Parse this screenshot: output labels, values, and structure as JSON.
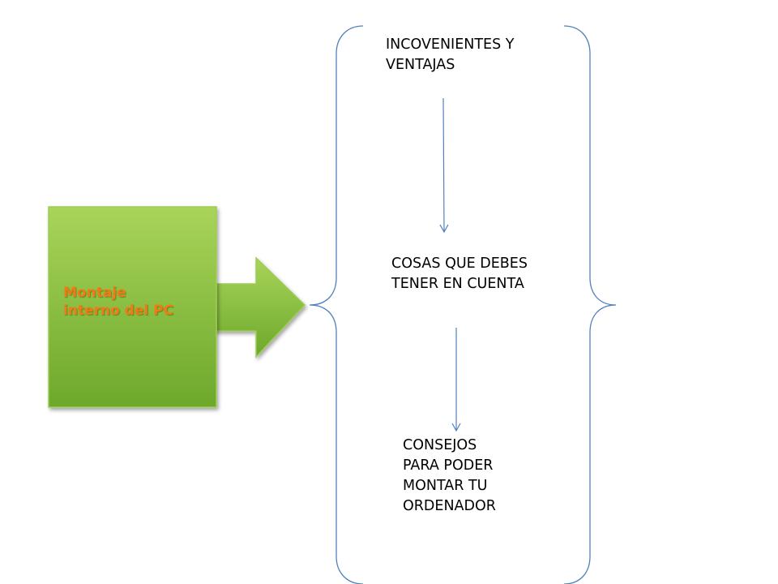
{
  "main_box": {
    "label": "Montaje\ninterno del PC",
    "fill_top": "#a8d45a",
    "fill_bottom": "#6da82b",
    "text_color": "#f07a14"
  },
  "connector_color": "#4f81bd",
  "steps": [
    {
      "label": "INCOVENIENTES Y\nVENTAJAS"
    },
    {
      "label": "COSAS QUE DEBES\nTENER EN CUENTA"
    },
    {
      "label": "CONSEJOS\nPARA PODER\nMONTAR TU\nORDENADOR"
    }
  ]
}
